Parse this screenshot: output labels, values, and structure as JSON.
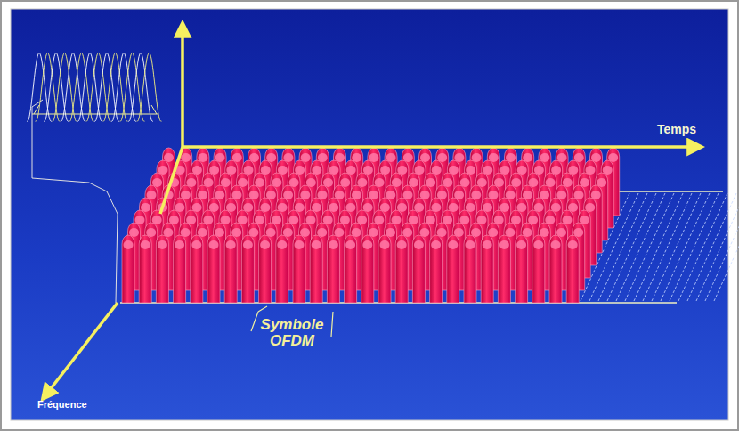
{
  "diagram": {
    "labels": [
      "Temps",
      "Fréquence",
      "Symbole OFDM"
    ]
  }
}
